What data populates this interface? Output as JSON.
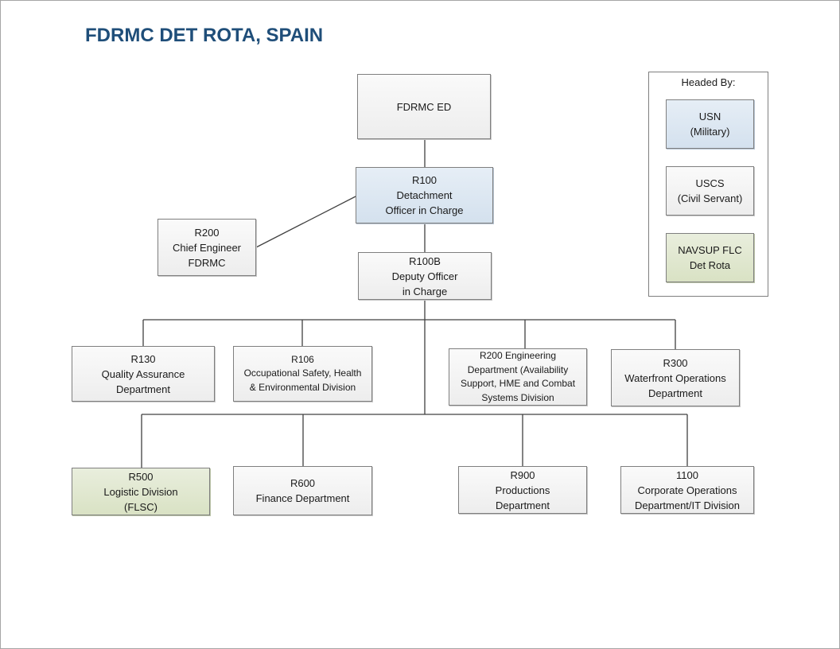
{
  "title": "FDRMC DET ROTA, SPAIN",
  "colors": {
    "title": "#1f4e79",
    "military": "#d4e1ee",
    "civil_servant": "#ededed",
    "navsup": "#d9e2c4",
    "connector": "#404040"
  },
  "org": {
    "ed": [
      "FDRMC ED"
    ],
    "r100": [
      "R100",
      "Detachment",
      "Officer in Charge"
    ],
    "r200_chief": [
      "R200",
      "Chief Engineer",
      "FDRMC"
    ],
    "r100b": [
      "R100B",
      "Deputy Officer",
      "in Charge"
    ],
    "r130": [
      "R130",
      "Quality Assurance",
      "Department"
    ],
    "r106": [
      "R106",
      "Occupational Safety, Health",
      "& Environmental Division"
    ],
    "r200_eng": [
      "R200 Engineering",
      "Department (Availability",
      "Support, HME and Combat",
      "Systems Division"
    ],
    "r300": [
      "R300",
      "Waterfront Operations",
      "Department"
    ],
    "r500": [
      "R500",
      "Logistic Division",
      "(FLSC)"
    ],
    "r600": [
      "R600",
      "Finance Department"
    ],
    "r900": [
      "R900",
      "Productions",
      "Department"
    ],
    "c1100": [
      "1100",
      "Corporate Operations",
      "Department/IT Division"
    ]
  },
  "legend": {
    "title": "Headed By:",
    "usn": [
      "USN",
      "(Military)"
    ],
    "uscs": [
      "USCS",
      "(Civil Servant)"
    ],
    "navsup": [
      "NAVSUP FLC",
      "Det Rota"
    ]
  }
}
